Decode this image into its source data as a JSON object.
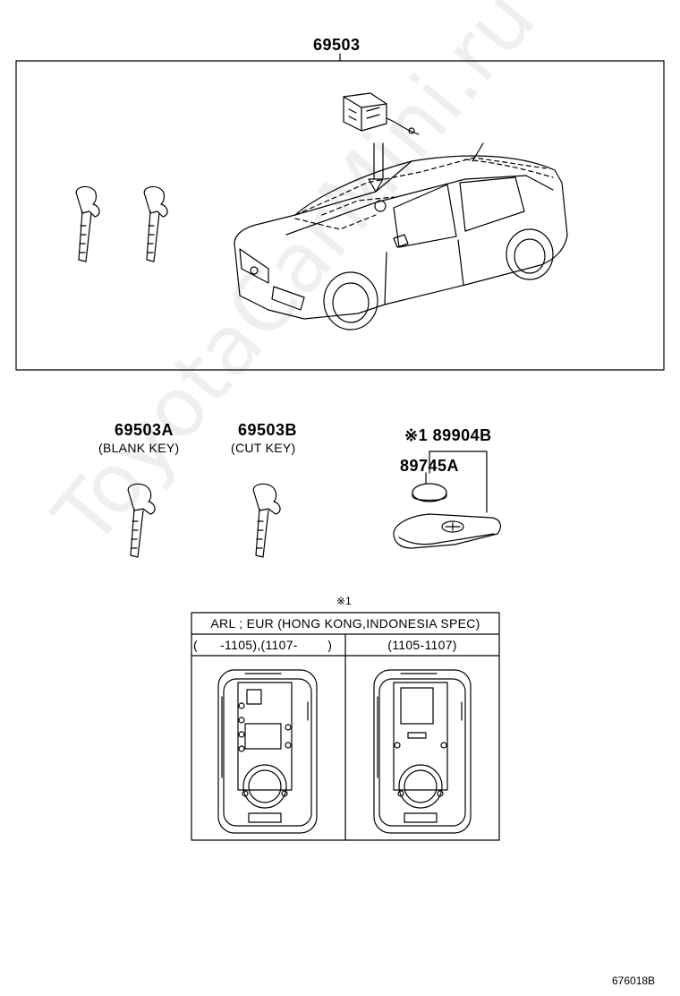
{
  "top": {
    "part_number": "69503"
  },
  "keys": [
    {
      "part_number": "69503A",
      "description": "(BLANK KEY)"
    },
    {
      "part_number": "69503B",
      "description": "(CUT KEY)"
    }
  ],
  "remote": {
    "part_number": "※1 89904B",
    "battery_part_number": "89745A"
  },
  "table": {
    "note_mark": "※1",
    "header": "ARL ; EUR (HONG KONG,INDONESIA SPEC)",
    "col1": "(      -1105),(1107-        )",
    "col2": "(1105-1107)"
  },
  "footer": {
    "diagram_id": "676018B"
  },
  "watermark": "ToyotaCarMini.ru"
}
